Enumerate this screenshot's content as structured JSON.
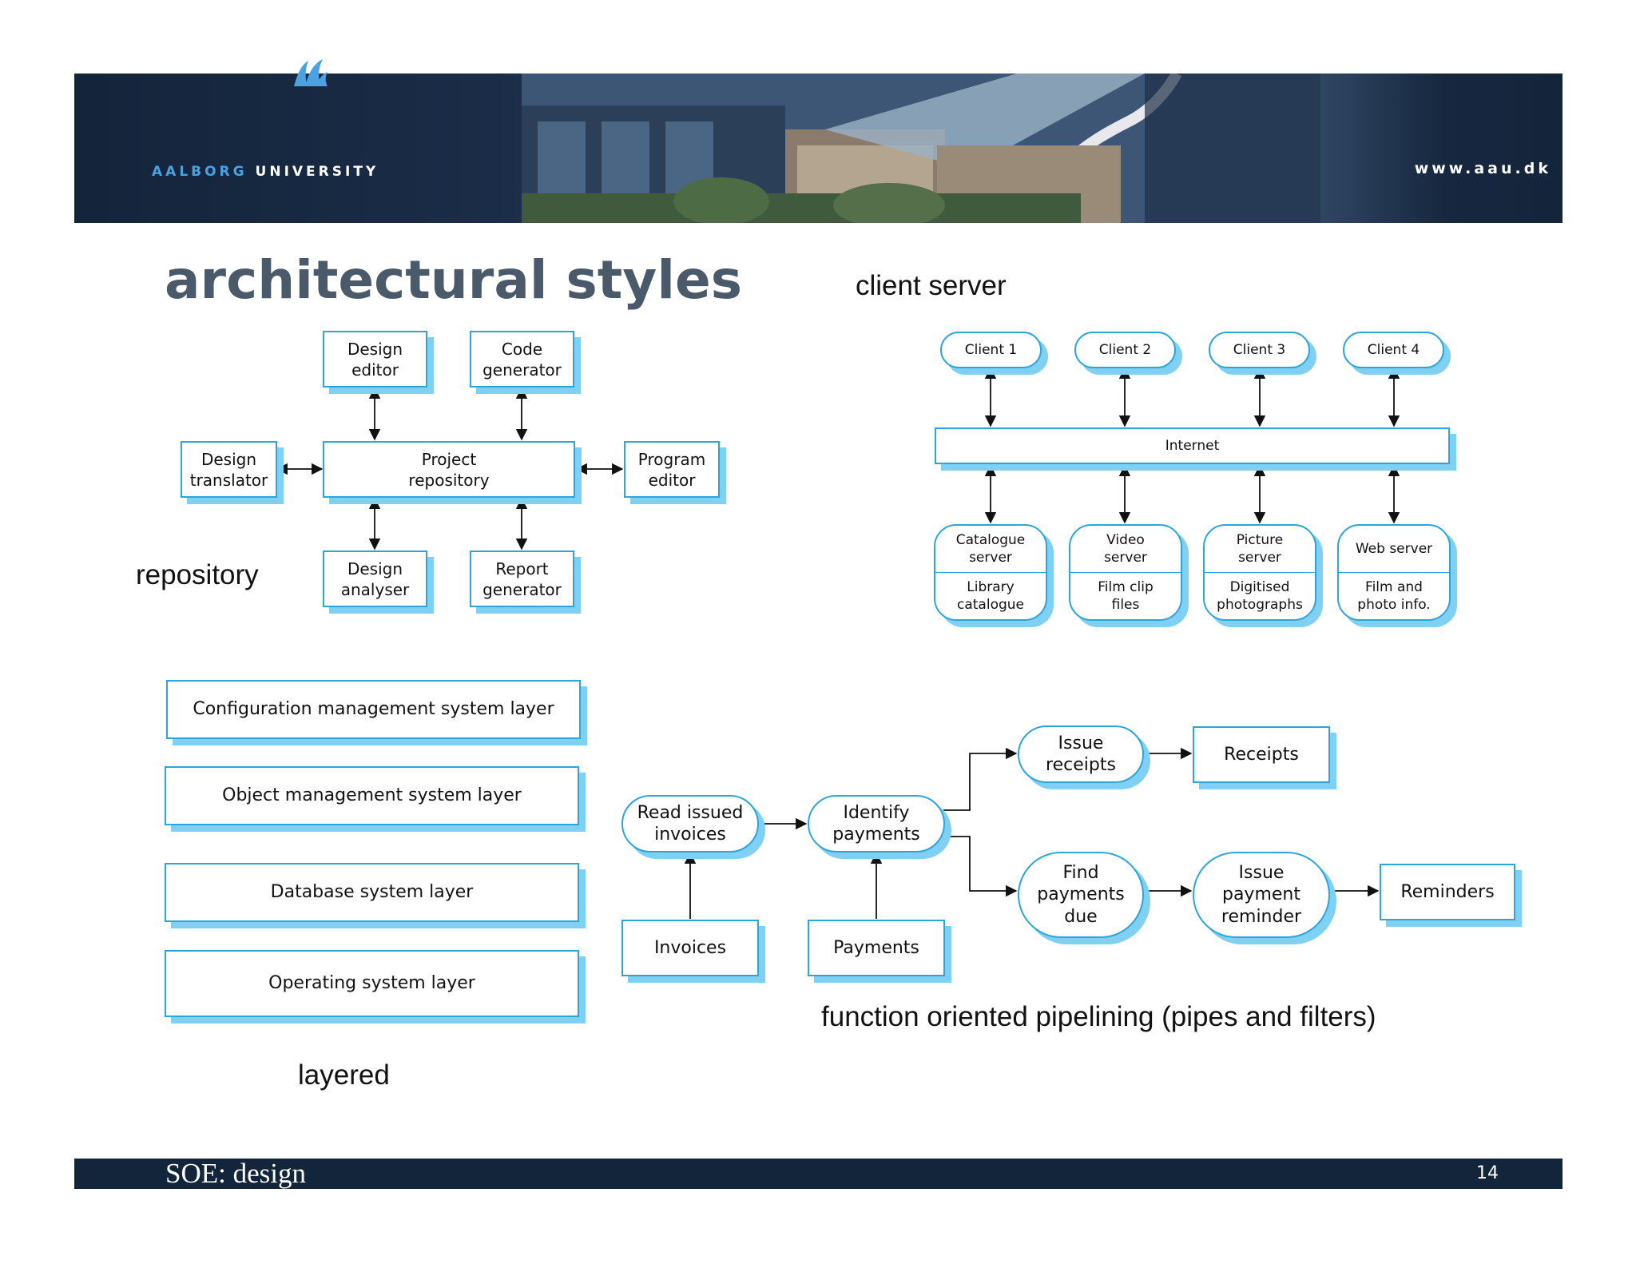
{
  "header": {
    "logo_word1": "AALBORG",
    "logo_word2": "UNIVERSITY",
    "url": "www.aau.dk"
  },
  "title": "architectural styles",
  "section_labels": {
    "client_server": "client server",
    "repository": "repository",
    "layered": "layered",
    "pipes": "function oriented pipelining (pipes and filters)"
  },
  "repository": {
    "design_editor": "Design\neditor",
    "code_generator": "Code\ngenerator",
    "design_translator": "Design\ntranslator",
    "project_repository": "Project\nrepository",
    "program_editor": "Program\neditor",
    "design_analyser": "Design\nanalyser",
    "report_generator": "Report\ngenerator"
  },
  "client_server": {
    "clients": [
      "Client 1",
      "Client 2",
      "Client 3",
      "Client 4"
    ],
    "network": "Internet",
    "servers": [
      {
        "name": "Catalogue\nserver",
        "store": "Library\ncatalogue"
      },
      {
        "name": "Video\nserver",
        "store": "Film clip\nfiles"
      },
      {
        "name": "Picture\nserver",
        "store": "Digitised\nphotographs"
      },
      {
        "name": "Web server",
        "store": "Film and\nphoto info."
      }
    ]
  },
  "layered": {
    "layers": [
      "Configuration management system layer",
      "Object management system layer",
      "Database system layer",
      "Operating system layer"
    ]
  },
  "pipeline": {
    "read_issued_invoices": "Read issued\ninvoices",
    "identify_payments": "Identify\npayments",
    "issue_receipts": "Issue\nreceipts",
    "receipts": "Receipts",
    "find_payments_due": "Find\npayments\ndue",
    "issue_payment_reminder": "Issue\npayment\nreminder",
    "reminders": "Reminders",
    "invoices": "Invoices",
    "payments": "Payments"
  },
  "footer": {
    "left": "SOE: design",
    "page": "14"
  },
  "colors": {
    "banner": "#14243b",
    "box_border": "#2aa6dd",
    "box_shadow": "#7fd0f2",
    "title": "#4a5a6b",
    "logo_accent": "#4aa3e0"
  }
}
